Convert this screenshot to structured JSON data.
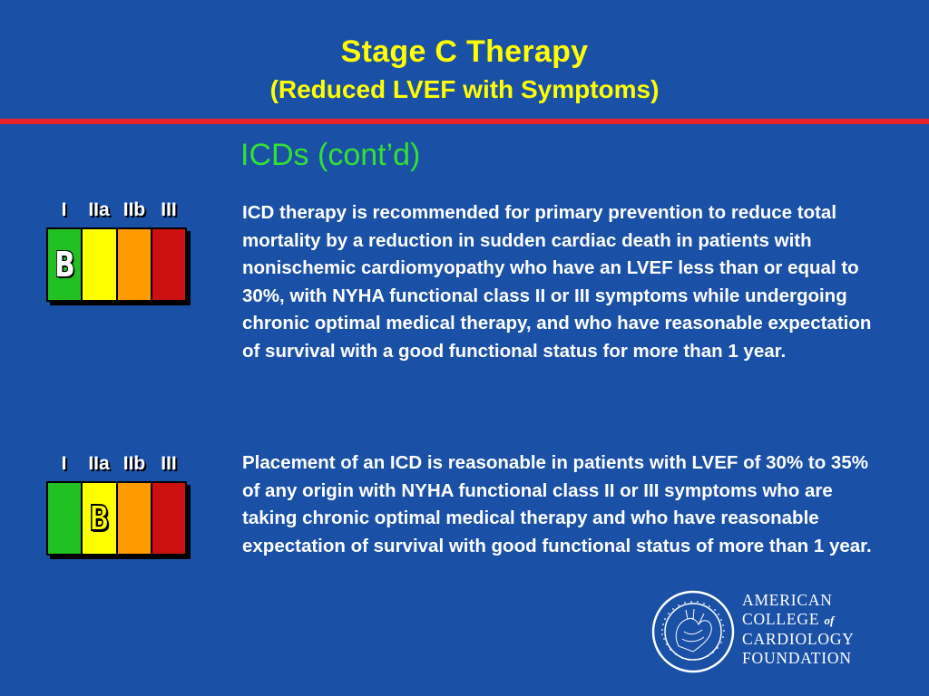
{
  "slide": {
    "title": "Stage C Therapy",
    "subtitle": "(Reduced LVEF with Symptoms)",
    "section_heading": "ICDs (cont’d)"
  },
  "class_labels": [
    "I",
    "IIa",
    "IIb",
    "III"
  ],
  "colors": {
    "background": "#1a50a6",
    "title": "#ffff00",
    "divider": "#e8202a",
    "heading": "#33e033",
    "class_I": "#22c022",
    "class_IIa": "#ffff00",
    "class_IIb": "#ff9a00",
    "class_III": "#cc1010"
  },
  "recommendations": [
    {
      "class": "I",
      "level": "B",
      "text": "ICD therapy is recommended for primary prevention to reduce total mortality by a reduction in sudden cardiac death in patients with nonischemic cardiomyopathy who have an LVEF less than or equal to 30%, with NYHA functional class II or III symptoms while undergoing chronic optimal medical therapy, and who have reasonable expectation of survival with a good functional status for more than 1 year."
    },
    {
      "class": "IIa",
      "level": "B",
      "text": "Placement of an ICD is reasonable in patients with LVEF of 30% to 35% of any origin with NYHA functional class II or III symptoms who are taking chronic optimal medical therapy and who have reasonable expectation of survival with good functional status of more than 1 year."
    }
  ],
  "logo": {
    "seal_icon": "acc-foundation-seal-icon",
    "line1": "AMERICAN",
    "line2_a": "COLLEGE",
    "line2_of": "of",
    "line3": "CARDIOLOGY",
    "line4": "FOUNDATION"
  }
}
